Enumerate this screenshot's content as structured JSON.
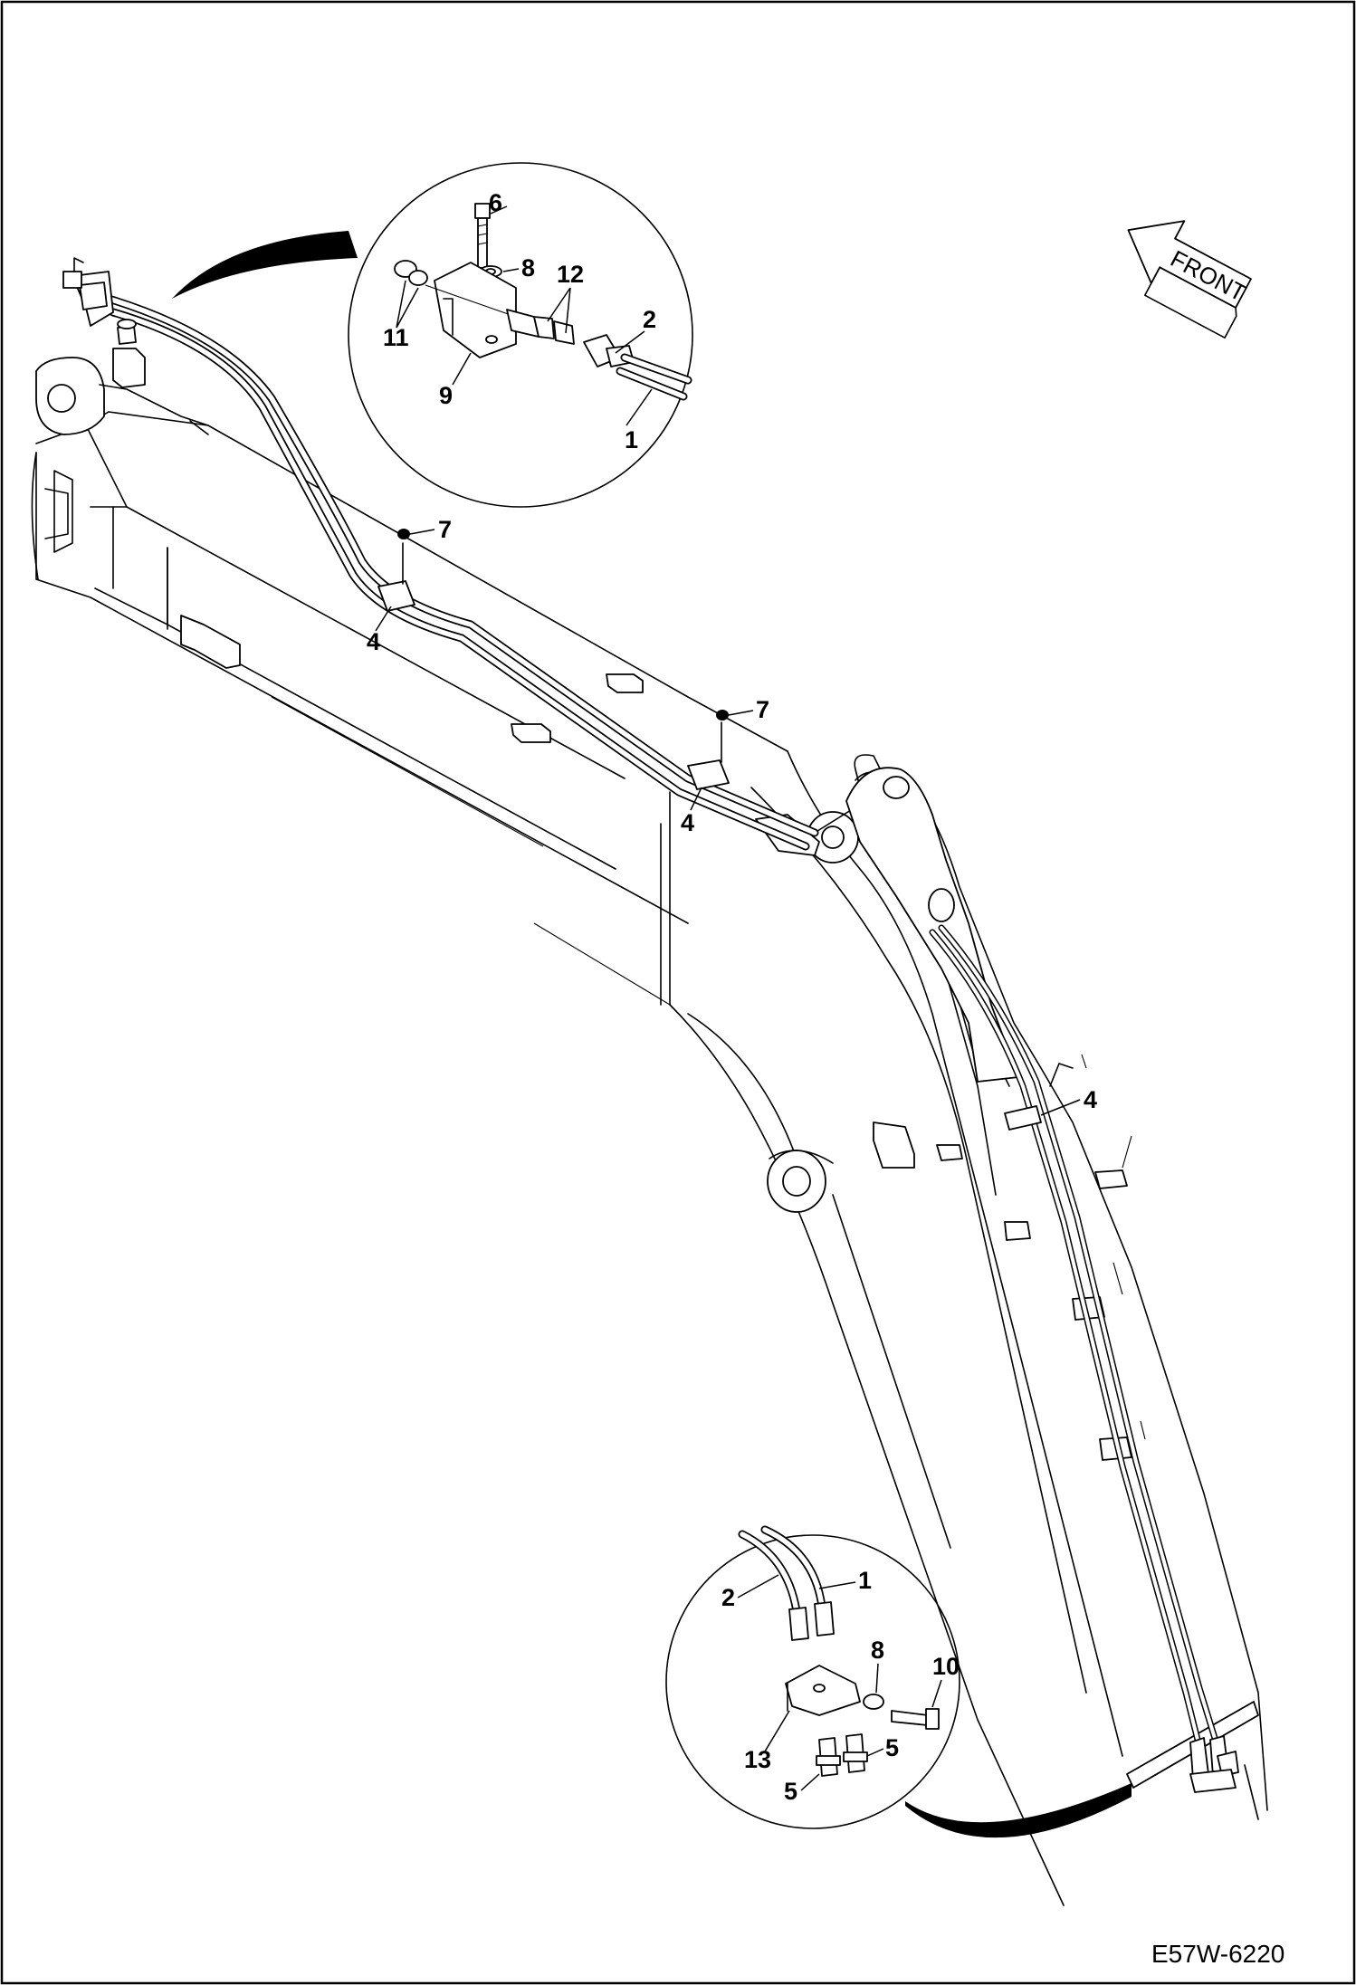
{
  "drawing_code": "E57W-6220",
  "direction_label": "FRONT",
  "callouts": {
    "c1_top": "1",
    "c2_top": "2",
    "c6": "6",
    "c8_top": "8",
    "c12": "12",
    "c11": "11",
    "c9": "9",
    "c7_a": "7",
    "c4_a": "4",
    "c7_b": "7",
    "c4_b": "4",
    "c4_c": "4",
    "c2_bot": "2",
    "c1_bot": "1",
    "c8_bot": "8",
    "c10": "10",
    "c13": "13",
    "c5_a": "5",
    "c5_b": "5"
  }
}
